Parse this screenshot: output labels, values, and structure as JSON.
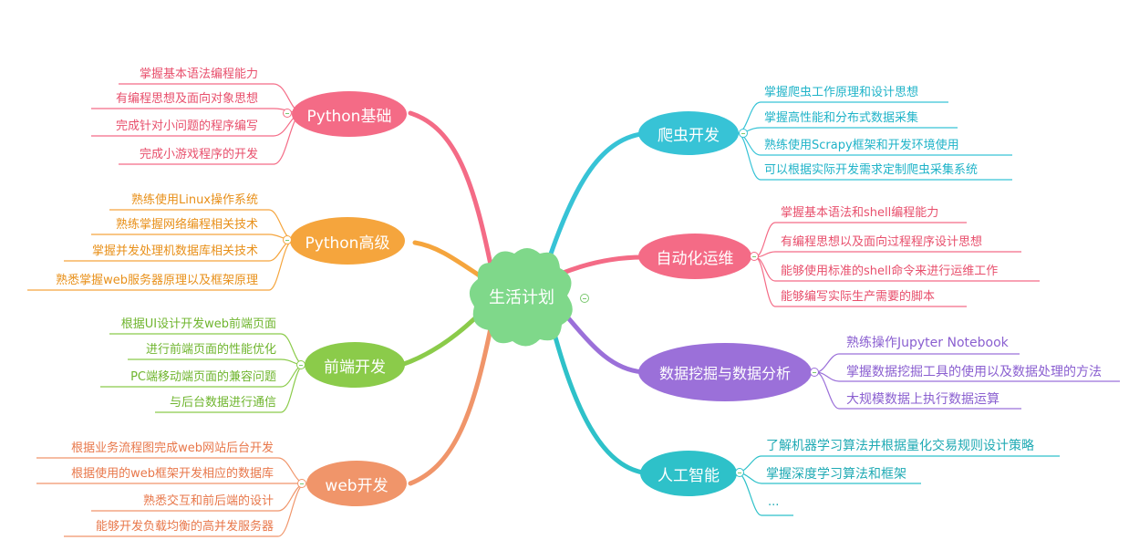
{
  "center": {
    "label": "生活计划",
    "color": "#7fd88a"
  },
  "branches": {
    "python_basic": {
      "label": "Python基础",
      "color": "#f46b86",
      "items": [
        "掌握基本语法编程能力",
        "有编程思想及面向对象思想",
        "完成针对小问题的程序编写",
        "完成小游戏程序的开发"
      ]
    },
    "python_adv": {
      "label": "Python高级",
      "color": "#f5a53d",
      "items": [
        "熟练使用Linux操作系统",
        "熟练掌握网络编程相关技术",
        "掌握并发处理机数据库相关技术",
        "熟悉掌握web服务器原理以及框架原理"
      ]
    },
    "frontend": {
      "label": "前端开发",
      "color": "#8bcb4a",
      "items": [
        "根据UI设计开发web前端页面",
        "进行前端页面的性能优化",
        "PC端移动端页面的兼容问题",
        "与后台数据进行通信"
      ]
    },
    "web": {
      "label": "web开发",
      "color": "#f0956a",
      "items": [
        "根据业务流程图完成web网站后台开发",
        "根据使用的web框架开发相应的数据库",
        "熟悉交互和前后端的设计",
        "能够开发负载均衡的高并发服务器"
      ]
    },
    "crawler": {
      "label": "爬虫开发",
      "color": "#37c3d6",
      "items": [
        "掌握爬虫工作原理和设计思想",
        "掌握高性能和分布式数据采集",
        "熟练使用Scrapy框架和开发环境使用",
        "可以根据实际开发需求定制爬虫采集系统"
      ]
    },
    "ops": {
      "label": "自动化运维",
      "color": "#f46b86",
      "items": [
        "掌握基本语法和shell编程能力",
        "有编程思想以及面向过程程序设计思想",
        "能够使用标准的shell命令来进行运维工作",
        "能够编写实际生产需要的脚本"
      ]
    },
    "data": {
      "label": "数据挖掘与数据分析",
      "color": "#9b70d9",
      "items": [
        "熟练操作Jupyter Notebook",
        "掌握数据挖掘工具的使用以及数据处理的方法",
        "大规模数据上执行数据运算"
      ]
    },
    "ai": {
      "label": "人工智能",
      "color": "#2ec1c9",
      "items": [
        "了解机器学习算法并根据量化交易规则设计策略",
        "掌握深度学习算法和框架",
        "..."
      ]
    }
  }
}
